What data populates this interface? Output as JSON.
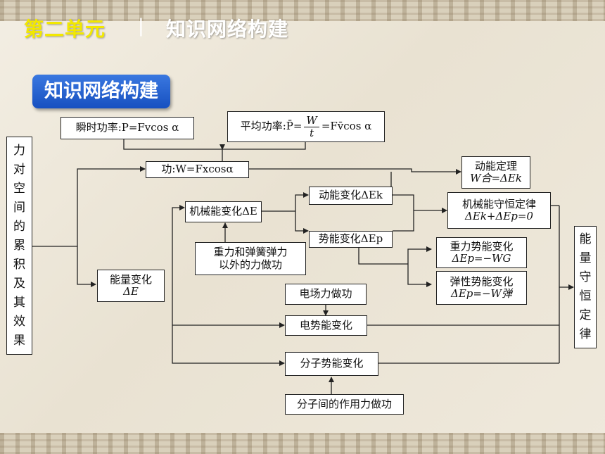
{
  "header": {
    "unit": "第二单元",
    "separator": "|",
    "title": "知识网络构建"
  },
  "badge": {
    "label": "知识网络构建"
  },
  "nodes": {
    "left_root": [
      "力",
      "对",
      "空",
      "间",
      "的",
      "累",
      "积",
      "及",
      "其",
      "效",
      "果"
    ],
    "instant_power": "瞬时功率:P=Fvcos α",
    "average_power_prefix": "平均功率:P̄=",
    "average_power_frac_num": "W",
    "average_power_frac_den": "t",
    "average_power_suffix": "=Fv̄cos α",
    "work": "功:W=Fxcosα",
    "kinetic_theorem_line1": "动能定理",
    "kinetic_theorem_line2": "W合=ΔEk",
    "kinetic_change": "动能变化ΔEk",
    "mech_energy_change": "机械能变化ΔE",
    "mech_conservation_line1": "机械能守恒定律",
    "mech_conservation_line2": "ΔEk+ΔEp=0",
    "potential_change": "势能变化ΔEp",
    "other_forces_line1": "重力和弹簧弹力",
    "other_forces_line2": "以外的力做功",
    "gravity_pe_line1": "重力势能变化",
    "gravity_pe_line2": "ΔEp=−WG",
    "elastic_pe_line1": "弹性势能变化",
    "elastic_pe_line2": "ΔEp=−W弹",
    "energy_change_line1": "能量变化",
    "energy_change_line2": "ΔE",
    "field_work": "电场力做功",
    "electric_pe_change": "电势能变化",
    "molecular_pe_change": "分子势能变化",
    "molecular_force_work": "分子间的作用力做功",
    "energy_conservation": [
      "能",
      "量",
      "守",
      "恒",
      "定",
      "律"
    ]
  }
}
